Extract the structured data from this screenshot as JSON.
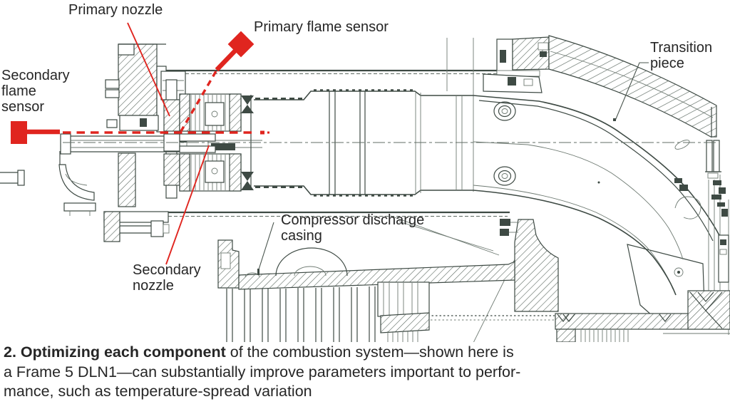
{
  "diagram": {
    "labels": {
      "primary_nozzle": "Primary nozzle",
      "primary_flame_sensor": "Primary flame sensor",
      "secondary_flame_sensor": "Secondary\nflame\nsensor",
      "secondary_nozzle": "Secondary\nnozzle",
      "compressor_discharge_casing": "Compressor discharge\ncasing",
      "transition_piece": "Transition\npiece"
    },
    "colors": {
      "annotation_red": "#e0251f",
      "drawing_line": "#3e4a44",
      "label_text": "#262626"
    }
  },
  "caption": {
    "lead_bold": "2. Optimizing each component",
    "line1_rest": " of the combustion system—shown here is",
    "line2": "a Frame 5 DLN1—can substantially improve parameters important to perfor-",
    "line3": "mance, such as temperature-spread variation"
  }
}
